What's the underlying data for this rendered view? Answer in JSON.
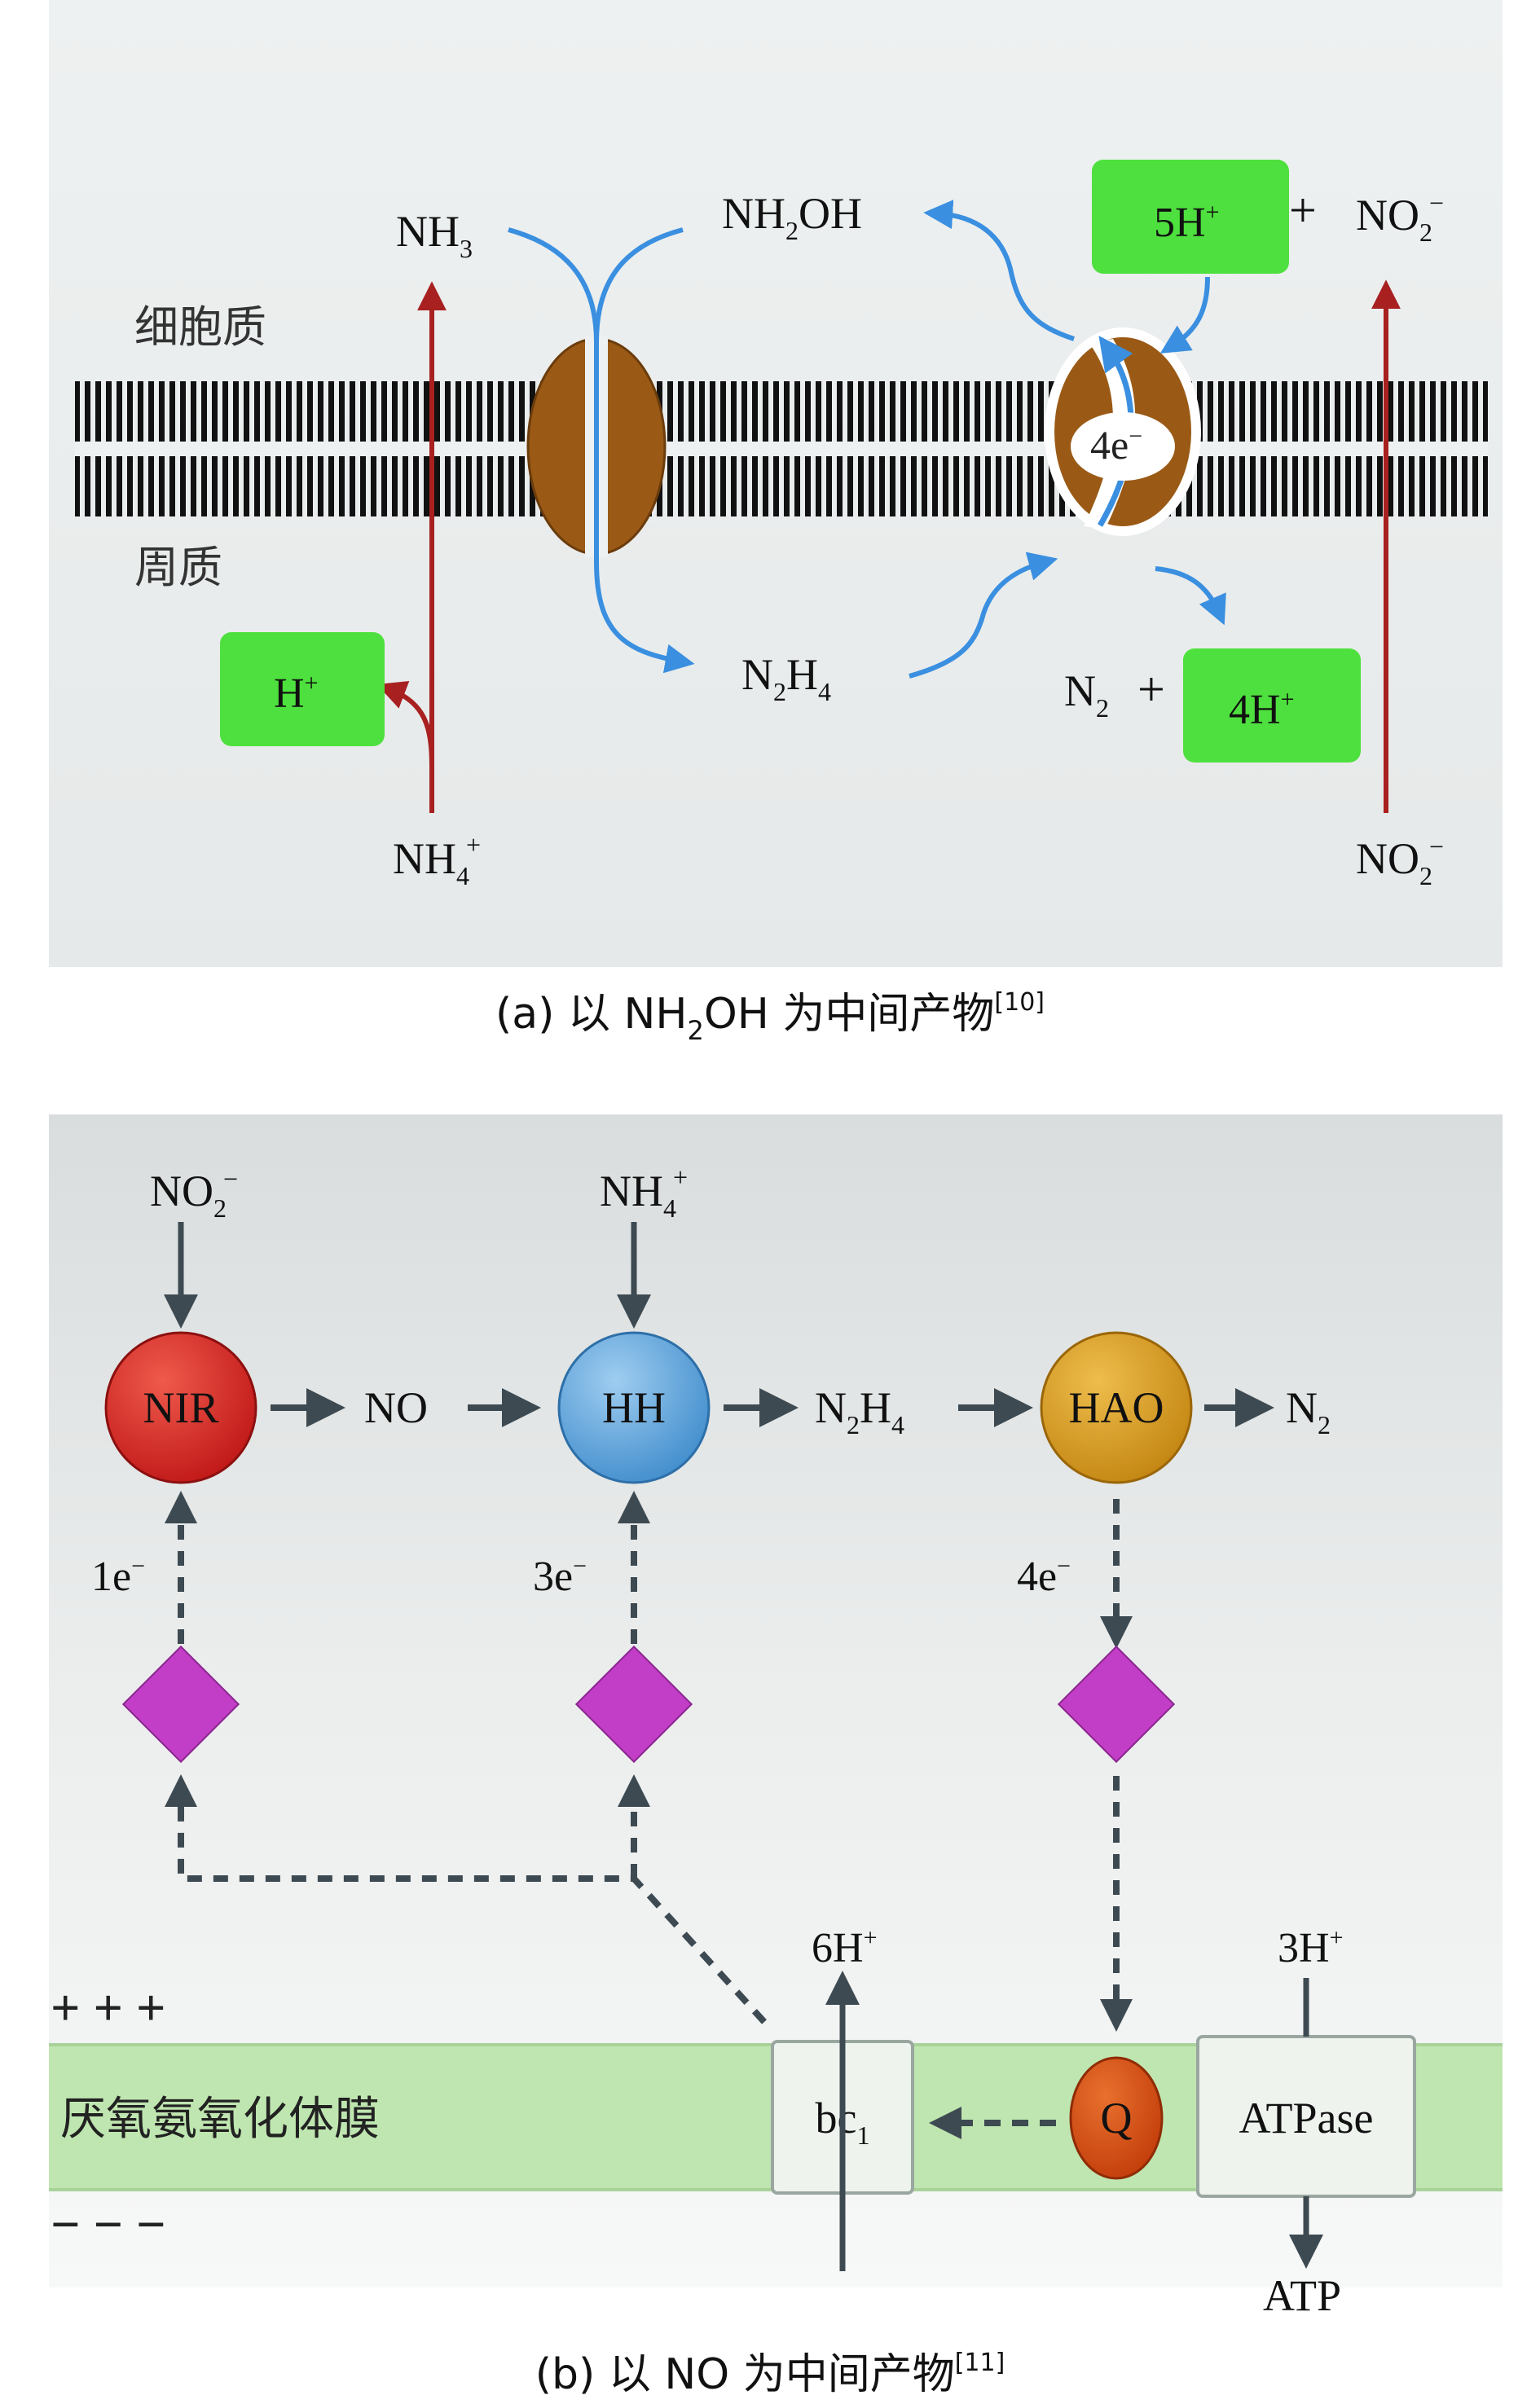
{
  "panel_a": {
    "compartments": {
      "cytoplasm": "细胞质",
      "periplasm": "周质"
    },
    "species": {
      "nh3": {
        "base": "NH",
        "sub": "3"
      },
      "nh2oh": {
        "a": "NH",
        "sub": "2",
        "b": "OH"
      },
      "h5": {
        "base": "5H",
        "sup": "+"
      },
      "no2_top": {
        "base": "NO",
        "sub": "2",
        "sup": "−"
      },
      "plus": "+",
      "electrons": {
        "base": "4e",
        "sup": "−"
      },
      "h_plus": {
        "base": "H",
        "sup": "+"
      },
      "n2h4": {
        "a": "N",
        "sub1": "2",
        "b": "H",
        "sub2": "4"
      },
      "n2": {
        "base": "N",
        "sub": "2"
      },
      "h4": {
        "base": "4H",
        "sup": "+"
      },
      "nh4": {
        "base": "NH",
        "sub": "4",
        "sup": "+"
      },
      "no2_bottom": {
        "base": "NO",
        "sub": "2",
        "sup": "−"
      }
    },
    "caption": {
      "pre": "(a) 以 NH",
      "sub": "2",
      "mid": "OH 为中间产物",
      "ref": "[10]"
    }
  },
  "panel_b": {
    "nodes": {
      "nir": "NIR",
      "hh": "HH",
      "hao": "HAO",
      "q": "Q",
      "bc1": {
        "base": "bc",
        "sub": "1"
      },
      "atpase": "ATPase"
    },
    "species": {
      "no2": {
        "base": "NO",
        "sub": "2",
        "sup": "−"
      },
      "nh4": {
        "base": "NH",
        "sub": "4",
        "sup": "+"
      },
      "no": "NO",
      "n2h4": {
        "a": "N",
        "sub1": "2",
        "b": "H",
        "sub2": "4"
      },
      "n2": {
        "base": "N",
        "sub": "2"
      },
      "e1": {
        "base": "1e",
        "sup": "−"
      },
      "e3": {
        "base": "3e",
        "sup": "−"
      },
      "e4": {
        "base": "4e",
        "sup": "−"
      },
      "h6": {
        "base": "6H",
        "sup": "+"
      },
      "h3": {
        "base": "3H",
        "sup": "+"
      },
      "atp": "ATP",
      "plus_signs": "+ + +",
      "minus_signs": "− − −"
    },
    "membrane_label": "厌氧氨氧化体膜",
    "caption": {
      "pre": "(b) 以 NO 为中间产物",
      "ref": "[11]"
    }
  },
  "colors": {
    "green_box": "#4ee03e",
    "brown_protein": "#9a5a16",
    "blue_arrow": "#3a8fe0",
    "red_arrow": "#a82020",
    "nir_red": "#d42424",
    "hh_blue": "#5aa4da",
    "hao_gold": "#d69a1e",
    "q_orange": "#d04a14",
    "diamond_magenta": "#c33ec6",
    "membrane_green": "#bfe6b0",
    "panel_gray": "#e9ecec"
  }
}
